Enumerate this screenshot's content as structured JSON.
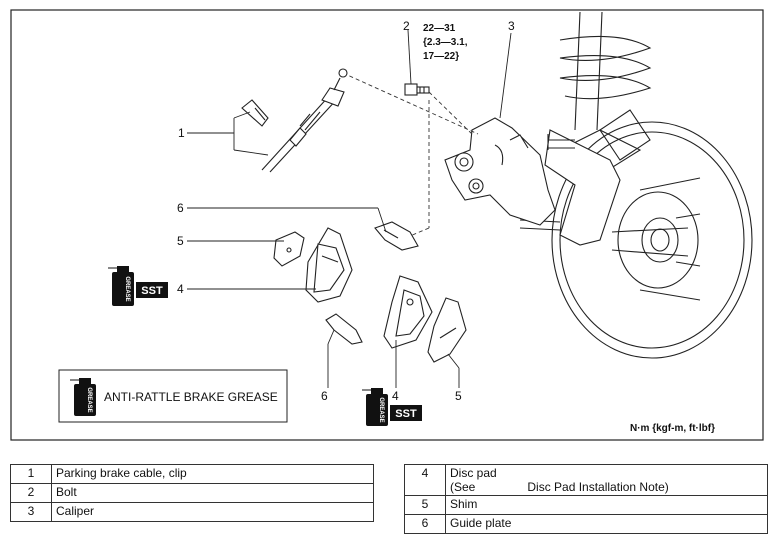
{
  "callouts": {
    "c1": "1",
    "c2": "2",
    "c3": "3",
    "c4a": "4",
    "c4b": "4",
    "c5a": "5",
    "c5b": "5",
    "c6a": "6",
    "c6b": "6"
  },
  "torque": {
    "line1": "22—31",
    "line2": "{2.3—3.1,",
    "line3": "17—22}"
  },
  "sst_label": "SST",
  "grease_can_label": "GREASE",
  "legend": {
    "text": "ANTI-RATTLE BRAKE GREASE"
  },
  "units_note": "N·m {kgf-m, ft·lbf}",
  "parts_left": [
    {
      "num": "1",
      "name": "Parking brake cable, clip"
    },
    {
      "num": "2",
      "name": "Bolt"
    },
    {
      "num": "3",
      "name": "Caliper"
    }
  ],
  "parts_right": {
    "disc_pad": {
      "num": "4",
      "name": "Disc pad",
      "note_prefix": "(See",
      "note_ref": "Disc Pad Installation Note)"
    },
    "rows": [
      {
        "num": "5",
        "name": "Shim"
      },
      {
        "num": "6",
        "name": "Guide plate"
      }
    ]
  }
}
